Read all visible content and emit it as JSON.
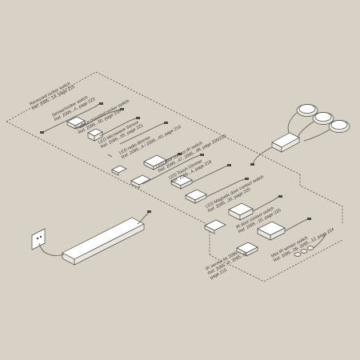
{
  "diagram": {
    "labels": [
      {
        "id": "recessed-rocker",
        "lines": [
          "Recessed rocker switch",
          "Ref. 2095...1A, page 215"
        ]
      },
      {
        "id": "sensor-switch",
        "lines": [
          "Sensor/rocker switch",
          "Ref. 2095...A, page 223"
        ]
      },
      {
        "id": "surface-rocker",
        "lines": [
          "Surface-mounted rocker switch",
          "Ref. 2095...50, page 218"
        ]
      },
      {
        "id": "microwave-sensor",
        "lines": [
          "LED Microwave Sensor",
          "Ref. 2095...65, page 221"
        ]
      },
      {
        "id": "radio-dimmer",
        "lines": [
          "LED radio dimmer",
          "Ref. 2095...4 / 2095...40, page 216"
        ]
      },
      {
        "id": "door-contact-ir",
        "lines": [
          "LED door contact IR switch",
          "Ref. 2095...47, 2095...48, page 205/210"
        ]
      },
      {
        "id": "touch-dimmer",
        "lines": [
          "LED Touch Dimmer",
          "Ref. 2095...4, page 219"
        ]
      },
      {
        "id": "magnetic-door",
        "lines": [
          "LED Magnetic door contact switch",
          "Ref. 2095...20, page 220"
        ]
      },
      {
        "id": "ir-door-switch",
        "lines": [
          "IR door contact switch",
          "Ref. 2095...10, page 225"
        ]
      },
      {
        "id": "mini-ir-switch",
        "lines": [
          "Mini IR sensor switch",
          "Ref. 2095...09, 2095...12, page 224"
        ]
      },
      {
        "id": "ir-sensor",
        "lines": [
          "IR sensor for 2095...",
          "Ref. 2095...P, 2095...9",
          "page 215"
        ]
      }
    ]
  }
}
